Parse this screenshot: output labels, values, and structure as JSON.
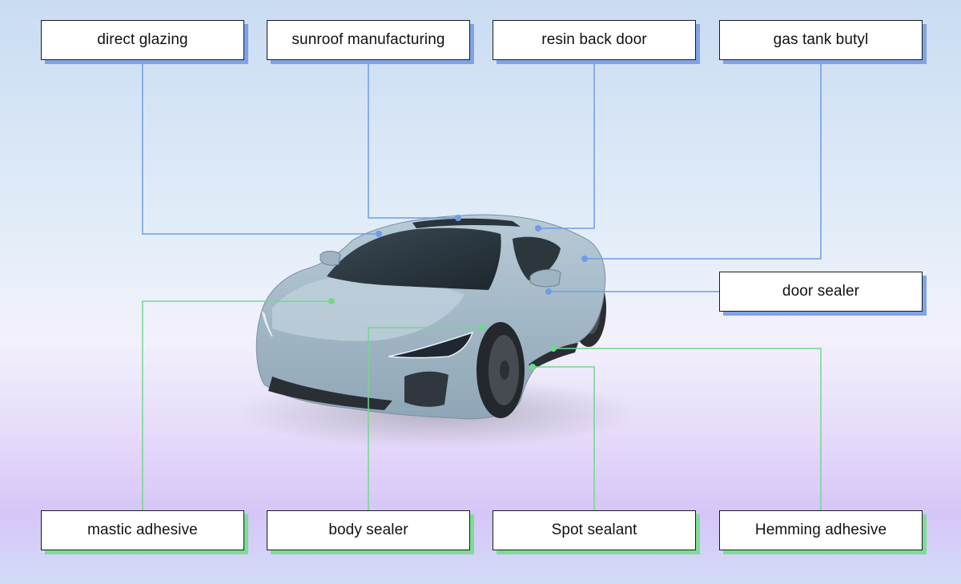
{
  "colors": {
    "blue_leader": "#6f9ce6",
    "green_leader": "#6fd98a",
    "blue_shadow": "#7fa3e6",
    "green_shadow": "#7edc95"
  },
  "illustration": "sports-car-icon",
  "labels": {
    "direct_glazing": "direct glazing",
    "sunroof_manufacturing": "sunroof manufacturing",
    "resin_back_door": "resin back door",
    "gas_tank_butyl": "gas tank butyl",
    "door_sealer": "door sealer",
    "mastic_adhesive": "mastic adhesive",
    "body_sealer": "body sealer",
    "spot_sealant": "Spot sealant",
    "hemming_adhesive": "Hemming adhesive"
  }
}
